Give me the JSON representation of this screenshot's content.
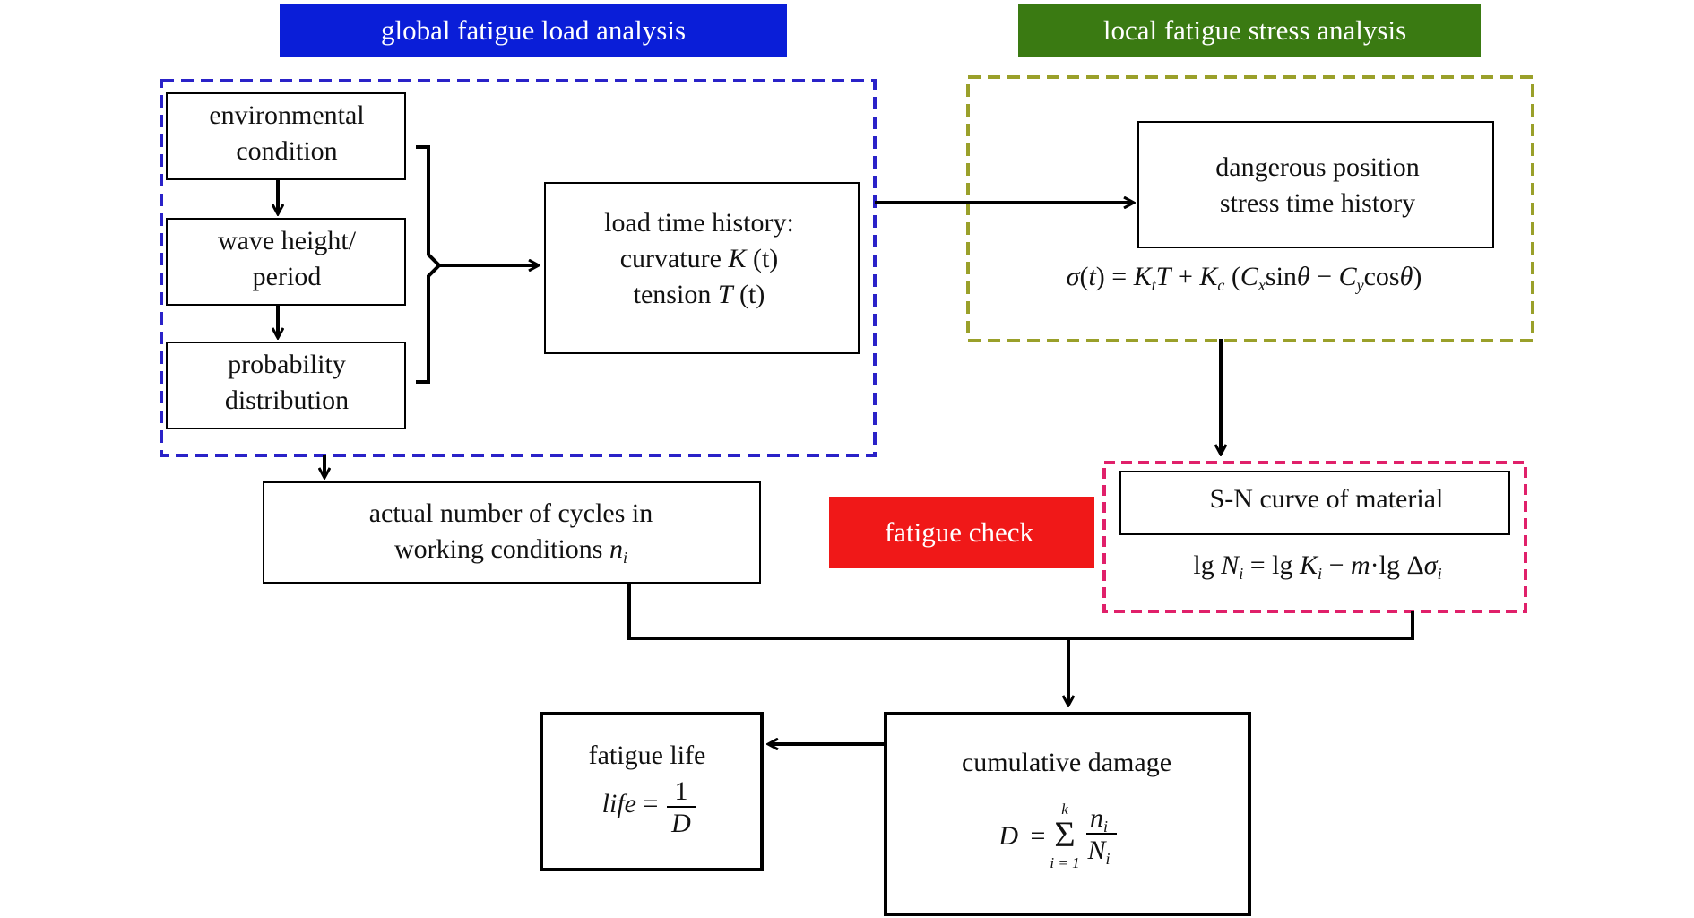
{
  "headers": {
    "global": {
      "label": "global fatigue load analysis",
      "color": "#0a1ed8"
    },
    "local": {
      "label": "local fatigue stress analysis",
      "color": "#3a7a12"
    },
    "check": {
      "label": "fatigue check",
      "color": "#f01818"
    }
  },
  "region_colors": {
    "global": "#2a22c8",
    "local": "#9aa02a",
    "check": "#e0206a"
  },
  "boxes": {
    "environmental": {
      "line1": "environmental",
      "line2": "condition"
    },
    "wave": {
      "line1": "wave height/",
      "line2": "period"
    },
    "probability": {
      "line1": "probability",
      "line2": "distribution"
    },
    "load_history": {
      "line1": "load time history:",
      "line2_text": "curvature ",
      "line2_var": "K",
      "line2_arg": "(t)",
      "line3_text": "tension ",
      "line3_var": "T",
      "line3_arg": "(t)"
    },
    "cycles": {
      "line1": "actual number of cycles in",
      "line2": "working conditions ",
      "var": "n",
      "sub": "i"
    },
    "dangerous": {
      "line1": "dangerous position",
      "line2": "stress time history"
    },
    "sn_curve": {
      "label": "S-N curve of material"
    },
    "fatigue_life": {
      "title": "fatigue life",
      "lhs": "life",
      "eq": " = ",
      "num": "1",
      "den": "D"
    },
    "cumulative": {
      "title": "cumulative damage",
      "lhs": "D",
      "eq": " = ",
      "sum_top": "k",
      "sum_bottom": "i = 1",
      "num": "n",
      "num_sub": "i",
      "den": "N",
      "den_sub": "i"
    }
  },
  "formulas": {
    "stress": "σ(t) = K_tT + K_c (C_x sinθ − C_y cosθ)",
    "sn": "lg N_i = lg K_i − m·lg Δσ_i"
  }
}
